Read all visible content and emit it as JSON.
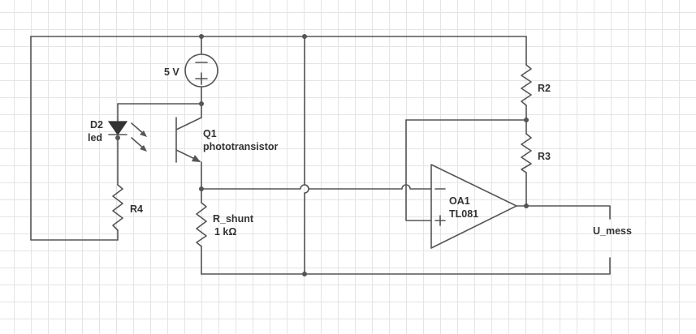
{
  "components": {
    "source": {
      "value": "5 V"
    },
    "led": {
      "name": "D2",
      "type": "led"
    },
    "transistor": {
      "name": "Q1",
      "type": "phototransistor"
    },
    "r2": {
      "name": "R2"
    },
    "r3": {
      "name": "R3"
    },
    "r4": {
      "name": "R4"
    },
    "r_shunt": {
      "name": "R_shunt",
      "value": "1 kΩ"
    },
    "opamp": {
      "name": "OA1",
      "model": "TL081"
    },
    "output": {
      "name": "U_mess"
    }
  }
}
